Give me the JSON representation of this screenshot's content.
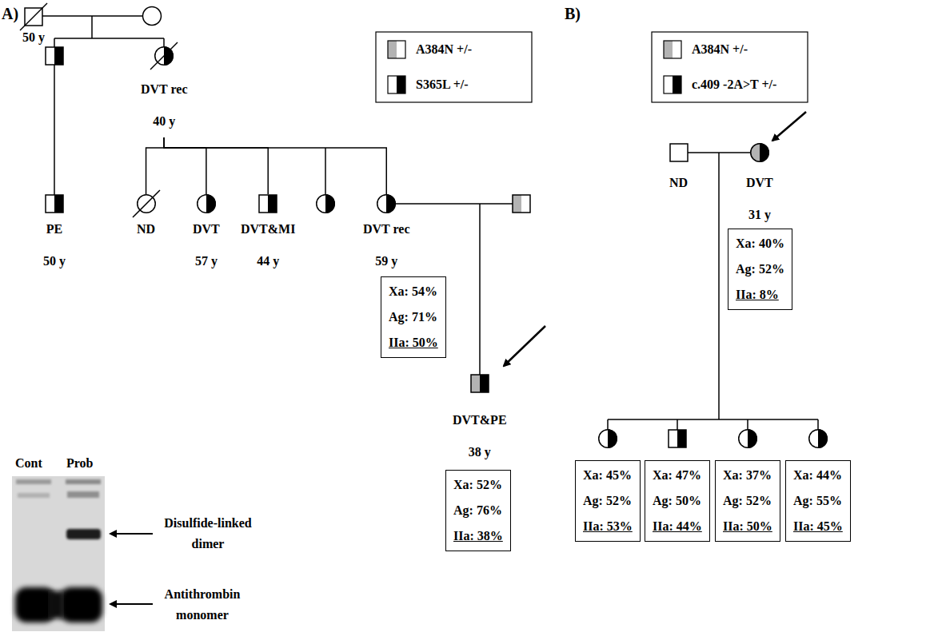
{
  "diagram": {
    "nodes": [
      {
        "text": [
          "50 y"
        ]
      },
      {
        "text": [
          "DVT rec",
          "40 y"
        ]
      },
      {
        "text": [
          "PE",
          "50 y"
        ]
      },
      {
        "text": [
          "ND"
        ]
      },
      {
        "text": [
          "DVT",
          "57 y"
        ]
      },
      {
        "text": [
          "DVT&MI",
          "44 y"
        ]
      },
      {
        "text": [
          "DVT rec",
          "59 y"
        ]
      },
      {
        "text": [
          "Xa: 54%",
          "Ag: 71%",
          "IIa: 50%"
        ]
      },
      {
        "text": [
          "DVT&PE",
          "38 y"
        ]
      },
      {
        "text": [
          "Xa: 52%",
          "Ag: 76%",
          "IIa: 38%"
        ]
      },
      {
        "text": [
          "ND"
        ]
      },
      {
        "text": [
          "DVT",
          "31 y"
        ]
      },
      {
        "text": [
          "Xa: 40%",
          "Ag: 52%",
          "IIa: 8%"
        ]
      },
      {
        "text": [
          "Xa: 45%",
          "Ag: 52%",
          "IIa: 53%"
        ]
      },
      {
        "text": [
          "Xa: 47%",
          "Ag: 50%",
          "IIa: 44%"
        ]
      },
      {
        "text": [
          "Xa: 37%",
          "Ag: 52%",
          "IIa: 50%"
        ]
      },
      {
        "text": [
          "Xa: 44%",
          "Ag: 55%",
          "IIa: 45%"
        ]
      }
    ],
    "edges": [
      {
        "from": 1,
        "to": 3,
        "arrow": "none"
      },
      {
        "from": 1,
        "to": 4,
        "arrow": "none"
      },
      {
        "from": 1,
        "to": 5,
        "arrow": "none"
      },
      {
        "from": 1,
        "to": 6,
        "arrow": "none"
      }
    ],
    "labels": [
      "A)",
      "B)",
      "Cont",
      "Prob",
      "Disulfide-linked dimer",
      "Antithrombin monomer"
    ],
    "legend": [
      {
        "text": "A384N +/-"
      },
      {
        "text": "S365L +/-"
      },
      {
        "text": "A384N +/-"
      },
      {
        "text": "c.409 -2A>T +/-"
      }
    ]
  }
}
